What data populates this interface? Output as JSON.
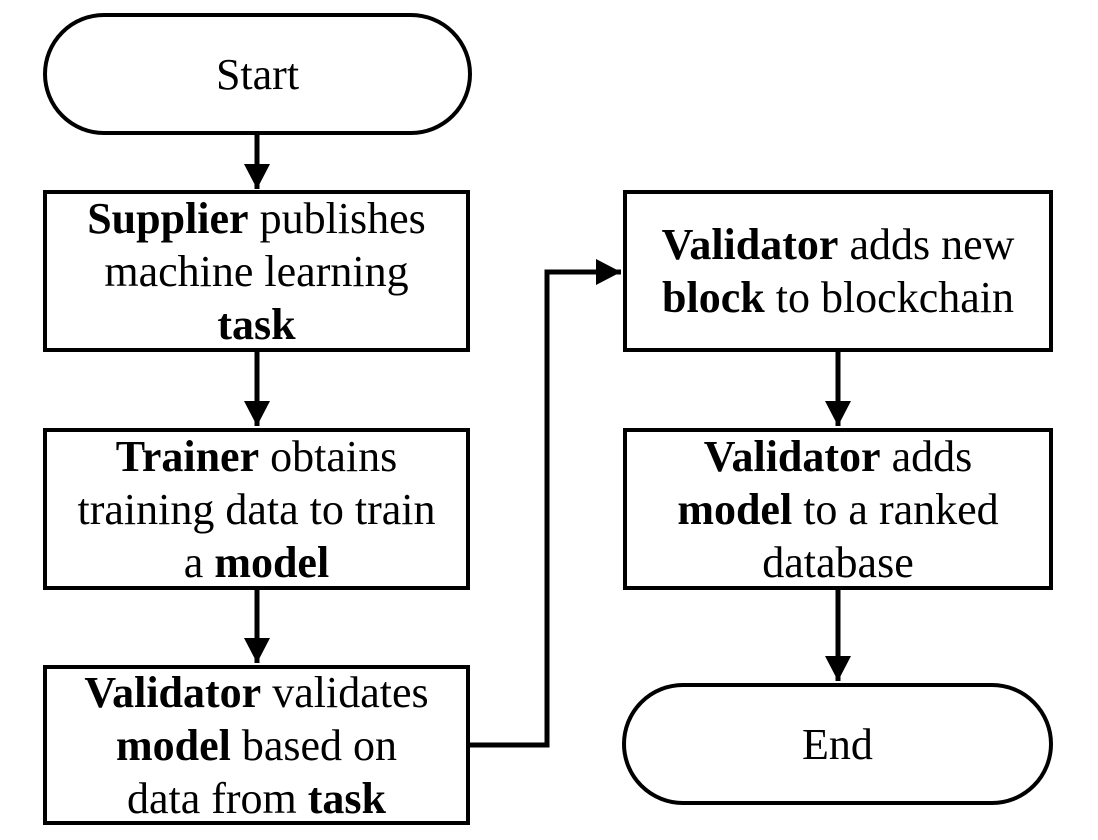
{
  "diagram": {
    "type": "flowchart",
    "colors": {
      "stroke": "#000000",
      "background": "#ffffff",
      "text": "#000000"
    }
  },
  "nodes": {
    "start": {
      "shape": "stadium",
      "label": "Start"
    },
    "supplier": {
      "shape": "rect",
      "lines": [
        [
          {
            "b": "Supplier"
          },
          {
            "t": " publishes"
          }
        ],
        [
          {
            "t": "machine learning"
          }
        ],
        [
          {
            "b": "task"
          }
        ]
      ]
    },
    "trainer": {
      "shape": "rect",
      "lines": [
        [
          {
            "b": "Trainer"
          },
          {
            "t": " obtains"
          }
        ],
        [
          {
            "t": "training data to train"
          }
        ],
        [
          {
            "t": "a "
          },
          {
            "b": "model"
          }
        ]
      ]
    },
    "validate": {
      "shape": "rect",
      "lines": [
        [
          {
            "b": "Validator"
          },
          {
            "t": " validates"
          }
        ],
        [
          {
            "b": "model"
          },
          {
            "t": " based on"
          }
        ],
        [
          {
            "t": "data from "
          },
          {
            "b": "task"
          }
        ]
      ]
    },
    "block": {
      "shape": "rect",
      "lines": [
        [
          {
            "b": "Validator"
          },
          {
            "t": " adds new"
          }
        ],
        [
          {
            "b": "block"
          },
          {
            "t": " to blockchain"
          }
        ]
      ]
    },
    "ranked": {
      "shape": "rect",
      "lines": [
        [
          {
            "b": "Validator"
          },
          {
            "t": " adds"
          }
        ],
        [
          {
            "b": "model"
          },
          {
            "t": " to a ranked"
          }
        ],
        [
          {
            "t": "database"
          }
        ]
      ]
    },
    "end": {
      "shape": "stadium",
      "label": "End"
    }
  },
  "edges": [
    {
      "from": "start",
      "to": "supplier"
    },
    {
      "from": "supplier",
      "to": "trainer"
    },
    {
      "from": "trainer",
      "to": "validate"
    },
    {
      "from": "validate",
      "to": "block"
    },
    {
      "from": "block",
      "to": "ranked"
    },
    {
      "from": "ranked",
      "to": "end"
    }
  ]
}
